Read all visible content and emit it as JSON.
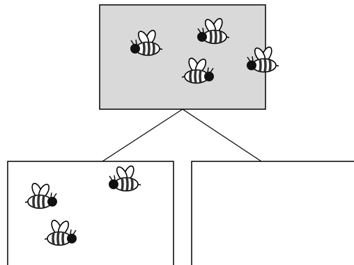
{
  "diagram": {
    "kind": "part-whole bar model",
    "parts_count": 2,
    "colors": {
      "whole_fill": "#d9d9d9",
      "part_fill": "#ffffff",
      "stroke": "#000000",
      "bee_body": "#ffffff",
      "bee_stripe": "#333333",
      "bee_head": "#111111",
      "bee_wing": "#ffffff"
    },
    "whole": {
      "bee_count": 4,
      "icon": "bee-icon"
    },
    "parts": [
      {
        "bee_count": 3,
        "icon": "bee-icon"
      },
      {
        "bee_count": 0,
        "icon": "bee-icon"
      }
    ]
  }
}
